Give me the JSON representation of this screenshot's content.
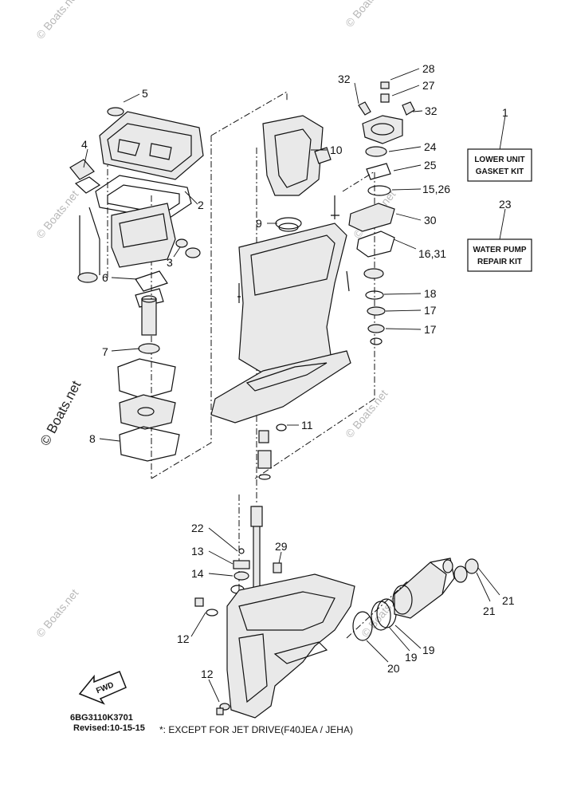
{
  "callouts": {
    "c1": "1",
    "c2": "2",
    "c3": "3",
    "c4": "4",
    "c5": "5",
    "c6": "6",
    "c7": "7",
    "c8": "8",
    "c9": "9",
    "c10": "10",
    "c11": "11",
    "c12a": "12",
    "c12b": "12",
    "c13": "13",
    "c14": "14",
    "c15_26": "15,26",
    "c16_31": "16,31",
    "c17a": "17",
    "c17b": "17",
    "c18": "18",
    "c19a": "19",
    "c19b": "19",
    "c20": "20",
    "c21a": "21",
    "c21b": "21",
    "c22": "22",
    "c23": "23",
    "c24": "24",
    "c25": "25",
    "c27": "27",
    "c28": "28",
    "c29": "29",
    "c30": "30",
    "c32a": "32",
    "c32b": "32"
  },
  "kits": {
    "lower_unit": {
      "line1": "LOWER UNIT",
      "line2": "GASKET KIT"
    },
    "water_pump": {
      "line1": "WATER PUMP",
      "line2": "REPAIR KIT"
    }
  },
  "fwd_label": "FWD",
  "diagram_code": "6BG3110K3701",
  "revised": "Revised:10-15-15",
  "footnote": "*: EXCEPT FOR JET DRIVE(F40JEA / JEHA)",
  "watermark": "© Boats.net"
}
